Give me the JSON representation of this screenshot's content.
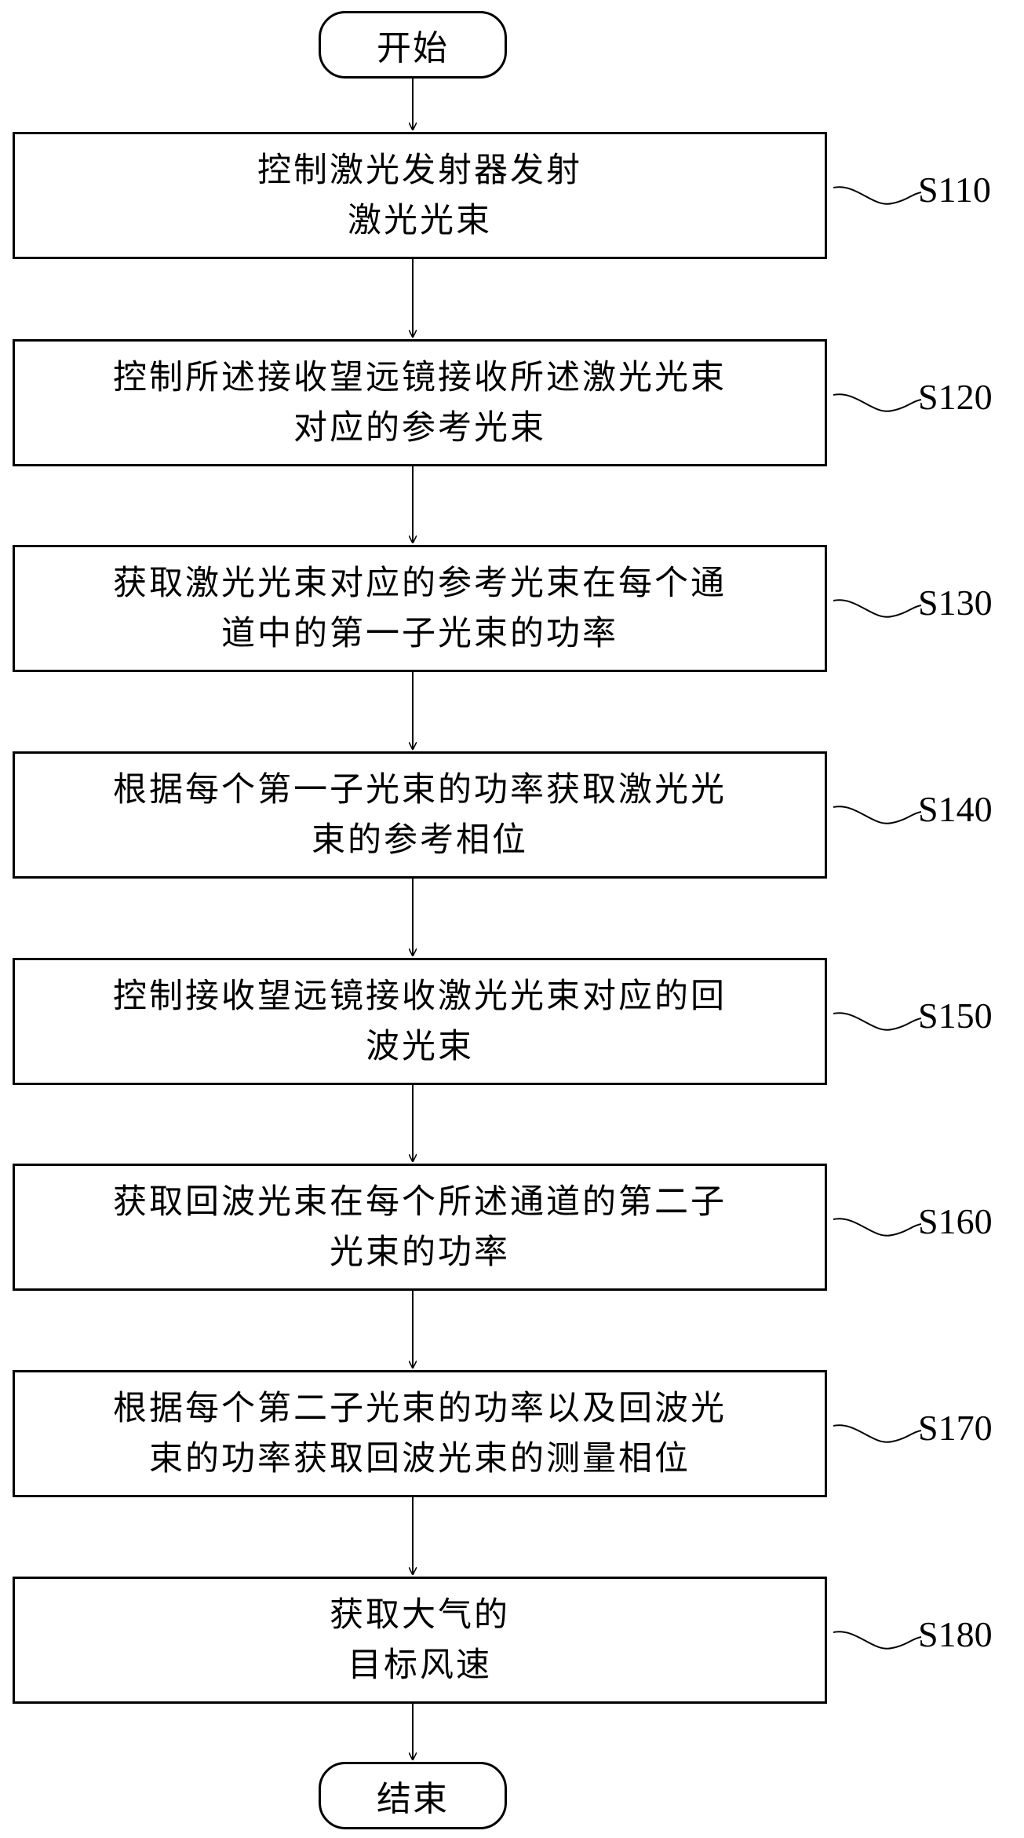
{
  "start_label": "开始",
  "end_label": "结束",
  "steps": [
    {
      "id": "S110",
      "lines": [
        "控制激光发射器发射",
        "激光光束"
      ]
    },
    {
      "id": "S120",
      "lines": [
        "控制所述接收望远镜接收所述激光光束",
        "对应的参考光束"
      ]
    },
    {
      "id": "S130",
      "lines": [
        "获取激光光束对应的参考光束在每个通",
        "道中的第一子光束的功率"
      ]
    },
    {
      "id": "S140",
      "lines": [
        "根据每个第一子光束的功率获取激光光",
        "束的参考相位"
      ]
    },
    {
      "id": "S150",
      "lines": [
        "控制接收望远镜接收激光光束对应的回",
        "波光束"
      ]
    },
    {
      "id": "S160",
      "lines": [
        "获取回波光束在每个所述通道的第二子",
        "光束的功率"
      ]
    },
    {
      "id": "S170",
      "lines": [
        "根据每个第二子光束的功率以及回波光",
        "束的功率获取回波光束的测量相位"
      ]
    },
    {
      "id": "S180",
      "lines": [
        "获取大气的",
        "目标风速"
      ]
    }
  ]
}
